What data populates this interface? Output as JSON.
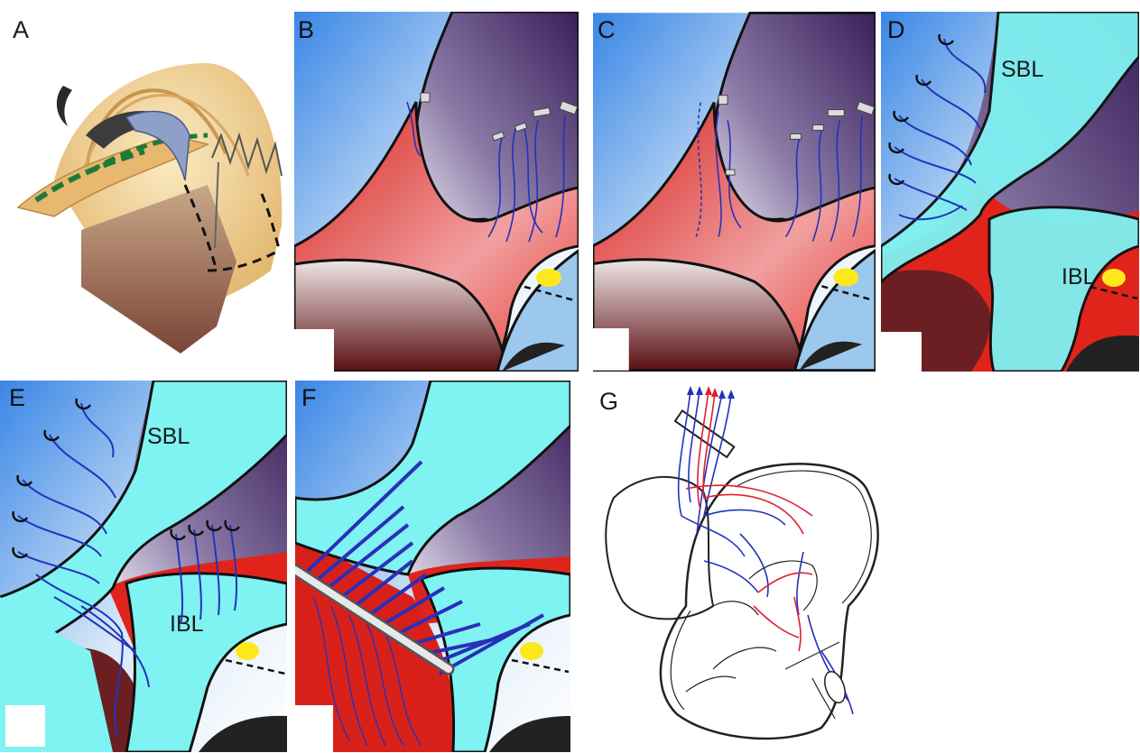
{
  "panels": {
    "A": {
      "label": "A"
    },
    "B": {
      "label": "B"
    },
    "C": {
      "label": "C"
    },
    "D": {
      "label": "D",
      "upper_leaflet": "SBL",
      "lower_leaflet": "IBL"
    },
    "E": {
      "label": "E",
      "upper_leaflet": "SBL",
      "lower_leaflet": "IBL"
    },
    "F": {
      "label": "F"
    },
    "G": {
      "label": "G"
    }
  },
  "colors": {
    "cyan": "#7ff2f2",
    "red": "#e0241c",
    "purple": "#4b2a6b",
    "blue_suture": "#2233bb",
    "red_suture": "#e02030",
    "sky": "#3c8be8",
    "yellow": "#ffe81a"
  }
}
